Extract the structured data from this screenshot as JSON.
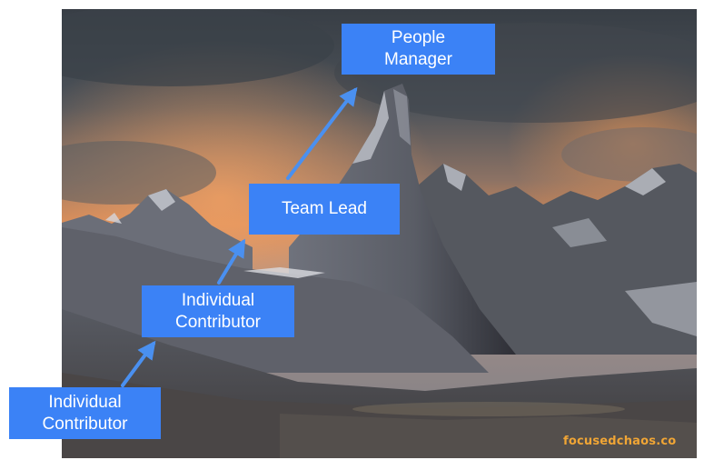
{
  "colors": {
    "box_fill": "#3b82f6",
    "arrow": "#4a90f0",
    "watermark": "#f0a535",
    "sky_top": "#3a4046",
    "sky_glow": "#e6955e",
    "rock": "#4a4c55"
  },
  "career_path": [
    {
      "id": "ic-base",
      "label": "Individual\nContributor"
    },
    {
      "id": "ic-mid",
      "label": "Individual\nContributor"
    },
    {
      "id": "team-lead",
      "label": "Team Lead"
    },
    {
      "id": "people-manager",
      "label": "People\nManager"
    }
  ],
  "connectors": [
    {
      "from": "ic-base",
      "to": "ic-mid"
    },
    {
      "from": "ic-mid",
      "to": "team-lead"
    },
    {
      "from": "team-lead",
      "to": "people-manager"
    }
  ],
  "watermark": "focusedchaos.co",
  "background": {
    "subject": "mountain-peak-landscape"
  }
}
